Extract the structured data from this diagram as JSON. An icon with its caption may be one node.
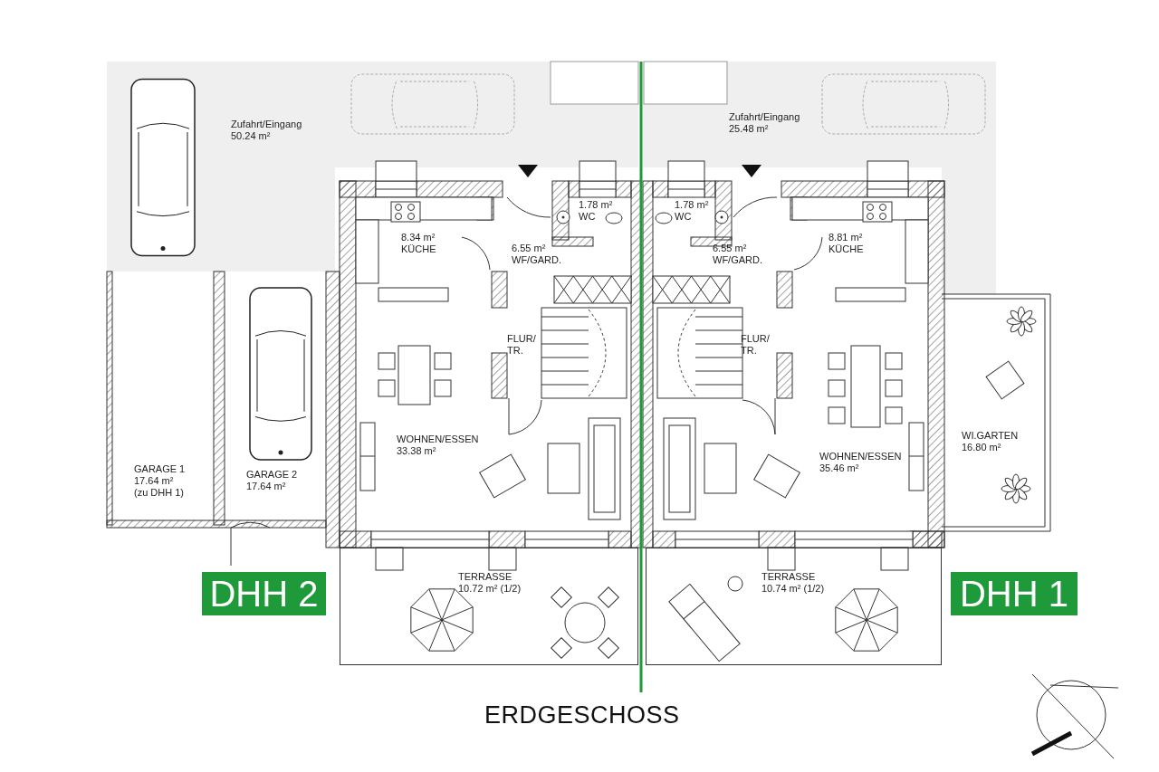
{
  "diagram": {
    "title": "ERDGESCHOSS",
    "nodes": [
      {
        "text": [
          "Zufahrt/Eingang",
          "50.24 m²"
        ]
      },
      {
        "text": [
          "Zufahrt/Eingang",
          "25.48 m²"
        ]
      },
      {
        "text": [
          "1.78 m²",
          "WC"
        ]
      },
      {
        "text": [
          "1.78 m²",
          "WC"
        ]
      },
      {
        "text": [
          "8.34 m²",
          "KÜCHE"
        ]
      },
      {
        "text": [
          "6.55 m²",
          "WF/GARD."
        ]
      },
      {
        "text": [
          "6.55 m²",
          "WF/GARD."
        ]
      },
      {
        "text": [
          "8.81 m²",
          "KÜCHE"
        ]
      },
      {
        "text": [
          "FLUR/ TR."
        ]
      },
      {
        "text": [
          "FLUR/ TR."
        ]
      },
      {
        "text": [
          "WOHNEN/ESSEN",
          "33.38 m²"
        ]
      },
      {
        "text": [
          "WOHNEN/ESSEN",
          "35.46 m²"
        ]
      },
      {
        "text": [
          "WI.GARTEN",
          "16.80 m²"
        ]
      },
      {
        "text": [
          "GARAGE 1",
          "17.64 m²",
          "(zu DHH 1)"
        ]
      },
      {
        "text": [
          "GARAGE 2",
          "17.64 m²"
        ]
      },
      {
        "text": [
          "TERRASSE",
          "10.72 m² (1/2)"
        ]
      },
      {
        "text": [
          "TERRASSE",
          "10.74 m² (1/2)"
        ]
      }
    ],
    "labels": [
      "DHH 2",
      "DHH 1"
    ]
  }
}
